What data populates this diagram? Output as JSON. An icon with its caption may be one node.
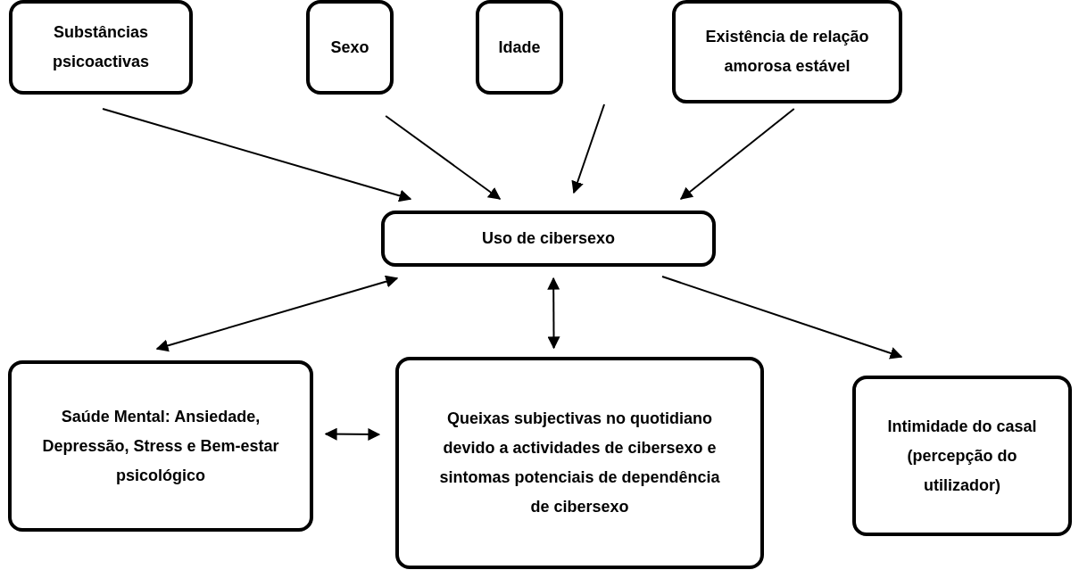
{
  "diagram": {
    "nodes": [
      {
        "text": [
          "Substâncias psicoactivas"
        ]
      },
      {
        "text": [
          "Sexo"
        ]
      },
      {
        "text": [
          "Idade"
        ]
      },
      {
        "text": [
          "Existência de relação amorosa estável"
        ]
      },
      {
        "text": [
          "Uso de cibersexo"
        ]
      },
      {
        "text": [
          "Saúde Mental: Ansiedade, Depressão, Stress e Bem-estar psicológico"
        ]
      },
      {
        "text": [
          "Queixas subjectivas no quotidiano devido a actividades de cibersexo e sintomas potenciais de dependência de cibersexo"
        ]
      },
      {
        "text": [
          "Intimidade do casal (percepção do utilizador)"
        ]
      }
    ],
    "edges": [
      {
        "from": 0,
        "to": 4,
        "arrow": "to"
      },
      {
        "from": 1,
        "to": 4,
        "arrow": "to"
      },
      {
        "from": 2,
        "to": 4,
        "arrow": "to"
      },
      {
        "from": 3,
        "to": 4,
        "arrow": "to"
      },
      {
        "from": 4,
        "to": 5,
        "arrow": "both"
      },
      {
        "from": 4,
        "to": 6,
        "arrow": "both"
      },
      {
        "from": 4,
        "to": 7,
        "arrow": "to"
      },
      {
        "from": 5,
        "to": 6,
        "arrow": "both"
      }
    ]
  }
}
